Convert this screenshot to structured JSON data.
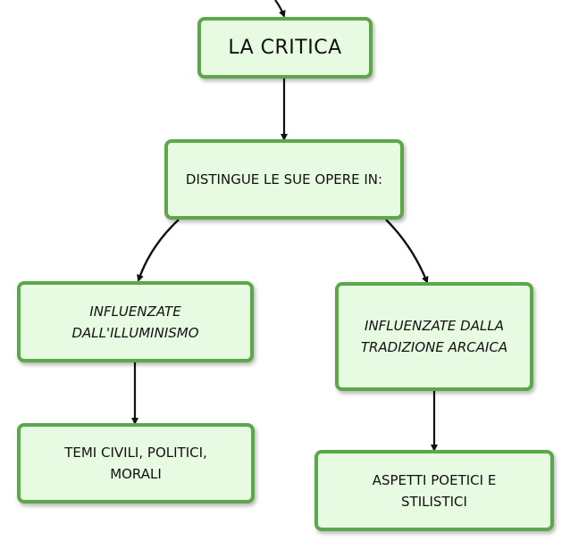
{
  "diagram": {
    "root": {
      "label": "LA CRITICA"
    },
    "distinction": {
      "label": "DISTINGUE LE SUE OPERE IN:"
    },
    "left_branch": {
      "label": "INFLUENZATE DALL'ILLUMINISMO"
    },
    "right_branch": {
      "label": "INFLUENZATE DALLA TRADIZIONE ARCAICA"
    },
    "left_leaf": {
      "label": "TEMI CIVILI, POLITICI, MORALI"
    },
    "right_leaf": {
      "label": "ASPETTI POETICI E STILISTICI"
    }
  },
  "colors": {
    "node_fill": "#e6fbe1",
    "node_border": "#5aa84a",
    "connector": "#111111"
  }
}
